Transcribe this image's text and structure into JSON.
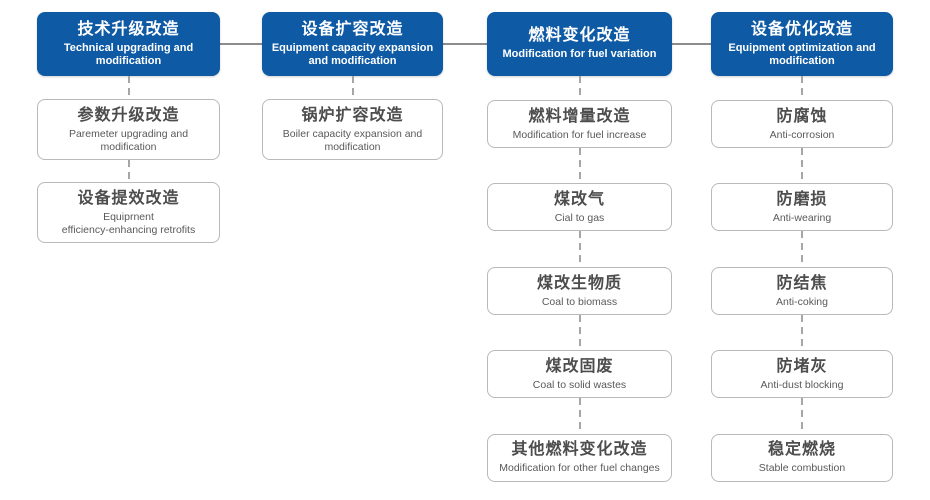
{
  "diagram": {
    "columns": [
      {
        "title": "技术升级改造",
        "subtitle": "Technical upgrading and\nmodification",
        "children": [
          {
            "title": "参数升级改造",
            "subtitle": "Paremeter upgrading and\nmodification"
          },
          {
            "title": "设备提效改造",
            "subtitle": "Equiprnent\nefficiency-enhancing retrofits"
          }
        ]
      },
      {
        "title": "设备扩容改造",
        "subtitle": "Equipment capacity expansion\nand modification",
        "children": [
          {
            "title": "锅炉扩容改造",
            "subtitle": "Boiler capacity expansion and\nmodification"
          }
        ]
      },
      {
        "title": "燃料变化改造",
        "subtitle": "Modification for fuel variation",
        "children": [
          {
            "title": "燃料增量改造",
            "subtitle": "Modification for fuel increase"
          },
          {
            "title": "煤改气",
            "subtitle": "Cial to gas"
          },
          {
            "title": "煤改生物质",
            "subtitle": "Coal to biomass"
          },
          {
            "title": "煤改固废",
            "subtitle": "Coal to solid wastes"
          },
          {
            "title": "其他燃料变化改造",
            "subtitle": "Modification for other fuel changes"
          }
        ]
      },
      {
        "title": "设备优化改造",
        "subtitle": "Equipment optimization and\nmodification",
        "children": [
          {
            "title": "防腐蚀",
            "subtitle": "Anti-corrosion"
          },
          {
            "title": "防磨损",
            "subtitle": "Anti-wearing"
          },
          {
            "title": "防结焦",
            "subtitle": "Anti-coking"
          },
          {
            "title": "防堵灰",
            "subtitle": "Anti-dust blocking"
          },
          {
            "title": "稳定燃烧",
            "subtitle": "Stable combustion"
          }
        ]
      }
    ],
    "colors": {
      "header_bg": "#0e5aa5",
      "header_text": "#ffffff",
      "child_border": "#b9b9b9",
      "child_title": "#4d4d4d",
      "child_subtitle": "#595959",
      "solid_connector": "#8c8c8c",
      "dashed_connector": "#a6a6a6"
    }
  }
}
